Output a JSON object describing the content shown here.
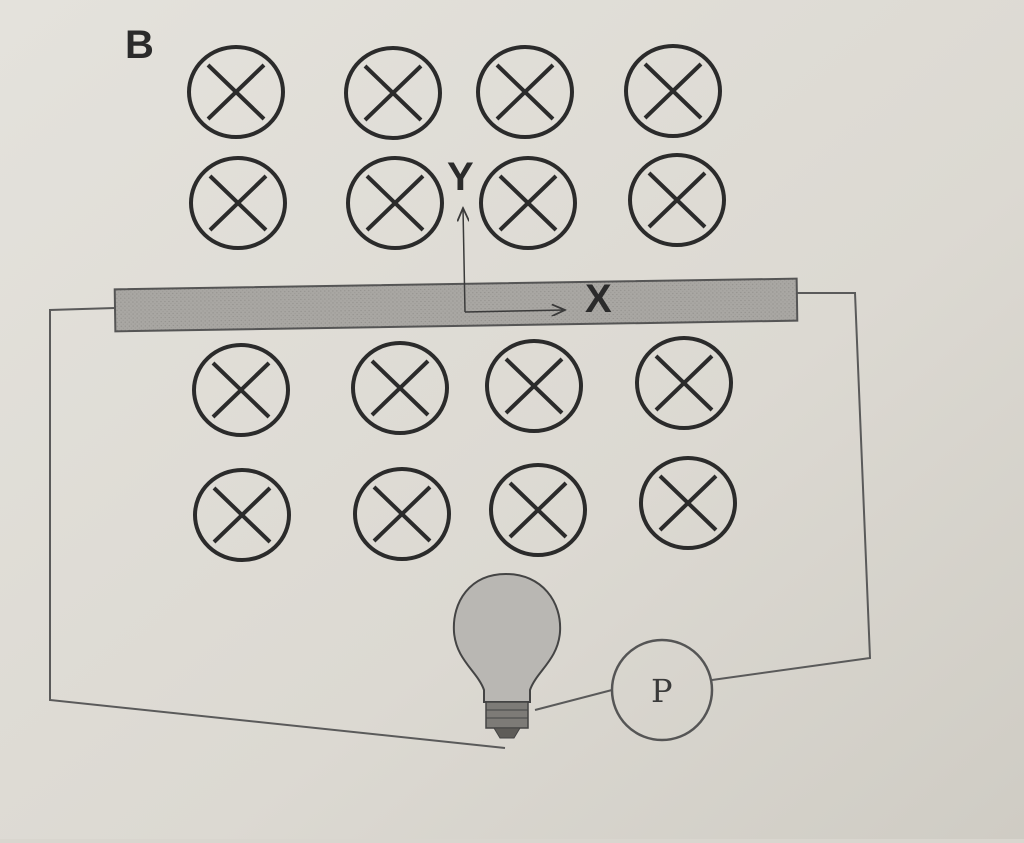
{
  "diagram": {
    "field_label": "B",
    "axis_y_label": "Y",
    "axis_x_label": "X",
    "meter_label": "P",
    "field_symbol": "into-page-cross-circle",
    "field_rows": 4,
    "field_columns": 4,
    "colors": {
      "paper": "#d9d6cf",
      "ink": "#2b2b2b",
      "rod": "#a9a7a3",
      "bulb": "#b9b7b3",
      "wire": "#5a5a5a"
    }
  }
}
